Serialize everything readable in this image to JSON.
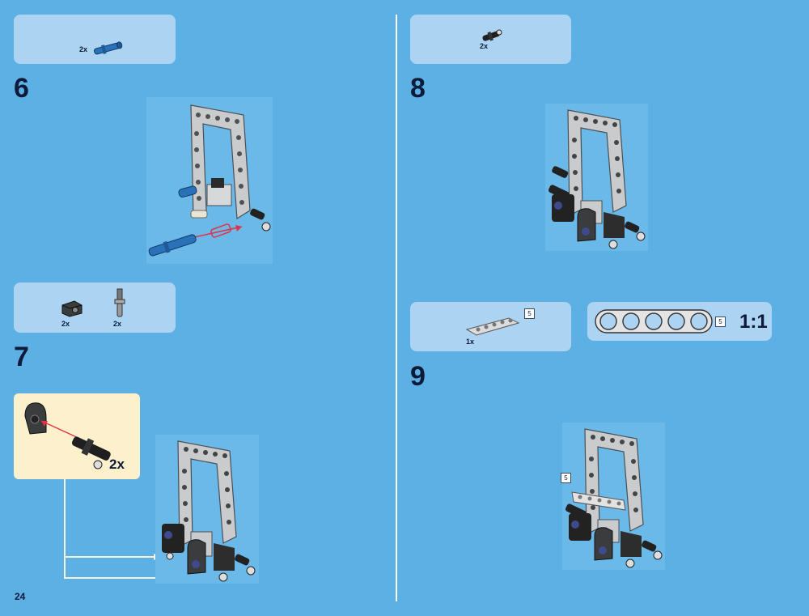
{
  "page_number": "24",
  "steps": [
    {
      "number": "6",
      "parts": [
        {
          "quantity": "2x",
          "part_icon": "blue-axle-pin-icon"
        }
      ]
    },
    {
      "number": "7",
      "parts": [
        {
          "quantity": "2x",
          "part_icon": "black-connector-block-icon"
        },
        {
          "quantity": "2x",
          "part_icon": "gray-axle-pin-icon"
        }
      ],
      "subassembly": {
        "quantity": "2x"
      }
    },
    {
      "number": "8",
      "parts": [
        {
          "quantity": "2x",
          "part_icon": "black-pin-icon"
        }
      ]
    },
    {
      "number": "9",
      "parts": [
        {
          "quantity": "1x",
          "part_icon": "gray-beam-5-icon",
          "length": "5"
        }
      ],
      "scale_reference": {
        "length": "5",
        "scale": "1:1"
      },
      "assembly_badge": "5"
    }
  ],
  "colors": {
    "background": "#5db0e4",
    "callout": "#acd3f1",
    "subassembly_box": "#fdf1cd",
    "arrow": "#e2324a"
  }
}
